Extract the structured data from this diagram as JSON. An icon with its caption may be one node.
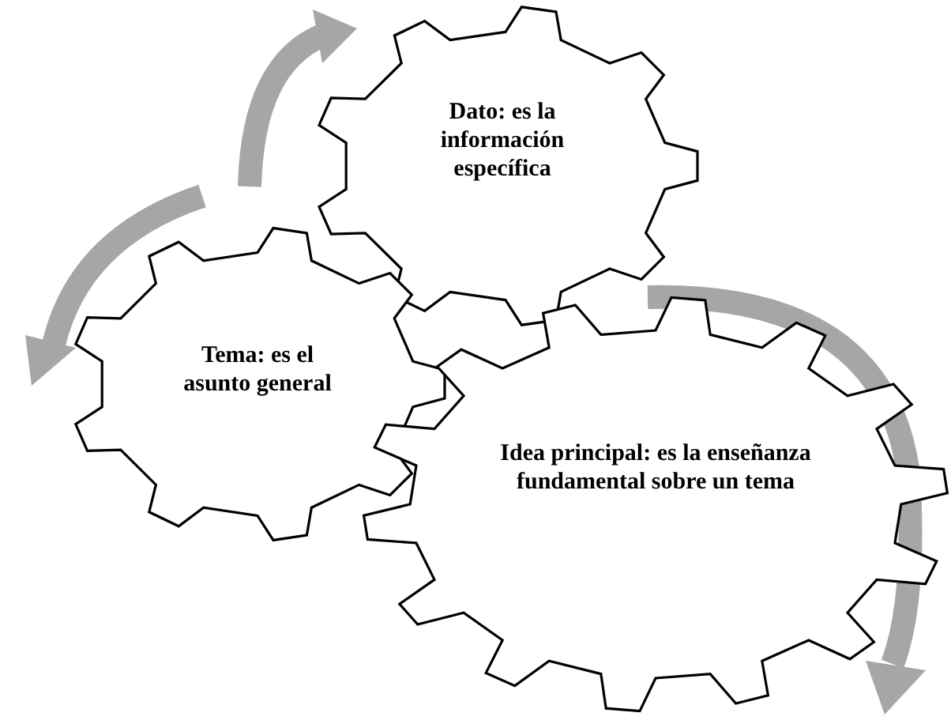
{
  "diagram": {
    "nodes": [
      {
        "text": [
          "Dato: es la información específica"
        ]
      },
      {
        "text": [
          "Tema: es el asunto general"
        ]
      },
      {
        "text": [
          "Idea principal: es la enseñanza fundamental sobre un tema"
        ]
      }
    ]
  }
}
